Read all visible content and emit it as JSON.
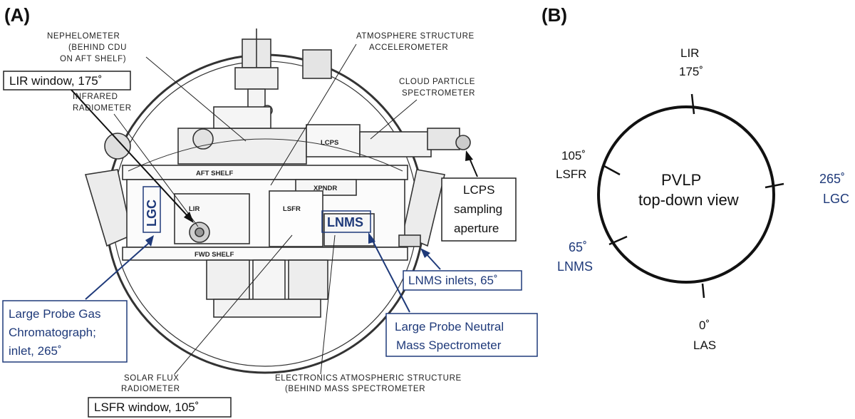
{
  "panel_a": {
    "label": "(A)",
    "callouts": {
      "nephelometer": [
        "NEPHELOMETER",
        "(BEHIND CDU",
        "ON AFT SHELF)"
      ],
      "infrared": [
        "INFRARED",
        "RADIOMETER"
      ],
      "accelerometer": [
        "ATMOSPHERE STRUCTURE",
        "ACCELEROMETER"
      ],
      "cloud_particle": [
        "CLOUD PARTICLE",
        "SPECTROMETER"
      ],
      "solar_flux": [
        "SOLAR FLUX",
        "RADIOMETER"
      ],
      "electronics": [
        "ELECTRONICS ATMOSPHERIC STRUCTURE",
        "(BEHIND MASS SPECTROMETER"
      ]
    },
    "interior_labels": {
      "aft_shelf": "AFT SHELF",
      "fwd_shelf": "FWD SHELF",
      "xpndr": "XPNDR",
      "lcps": "LCPS",
      "lir": "LIR",
      "lsfr": "LSFR",
      "lgc": "LGC",
      "lnms": "LNMS"
    },
    "boxes": {
      "lir_window": "LIR window, 175˚",
      "lsfr_window": "LSFR window, 105˚",
      "lcps_aperture": [
        "LCPS",
        "sampling",
        "aperture"
      ],
      "lnms_inlets": "LNMS inlets, 65˚",
      "lgc_box": [
        "Large Probe Gas",
        "Chromatograph;",
        "inlet, 265˚"
      ],
      "lnms_box": [
        "Large Probe Neutral",
        "Mass Spectrometer"
      ]
    }
  },
  "panel_b": {
    "label": "(B)",
    "center_text": [
      "PVLP",
      "top-down view"
    ],
    "positions": {
      "lir": [
        "LIR",
        "175˚"
      ],
      "lsfr": [
        "105˚",
        "LSFR"
      ],
      "lgc": [
        "265˚",
        "LGC"
      ],
      "lnms": [
        "65˚",
        "LNMS"
      ],
      "las": [
        "0˚",
        "LAS"
      ]
    }
  },
  "colors": {
    "blue": "#1f3a7a",
    "black": "#111111"
  }
}
